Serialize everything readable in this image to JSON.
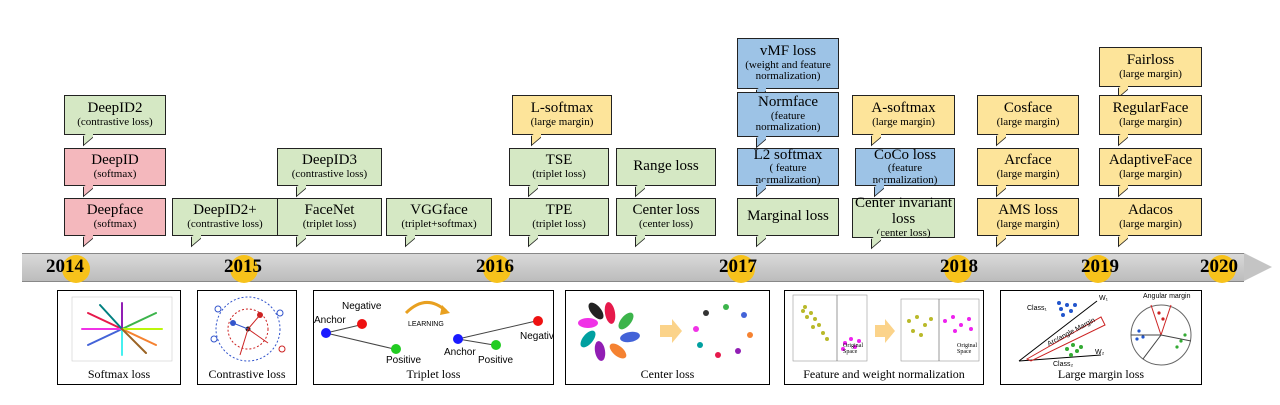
{
  "boxes": [
    {
      "id": "deepid2",
      "title": "DeepID2",
      "sub": "(contrastive loss)",
      "color": "green"
    },
    {
      "id": "deepid",
      "title": "DeepID",
      "sub": "(softmax)",
      "color": "pink"
    },
    {
      "id": "deepface",
      "title": "Deepface",
      "sub": "(softmax)",
      "color": "pink"
    },
    {
      "id": "deepid2plus",
      "title": "DeepID2+",
      "sub": "(contrastive loss)",
      "color": "green"
    },
    {
      "id": "deepid3",
      "title": "DeepID3",
      "sub": "(contrastive loss)",
      "color": "green"
    },
    {
      "id": "facenet",
      "title": "FaceNet",
      "sub": "(triplet loss)",
      "color": "green"
    },
    {
      "id": "vggface",
      "title": "VGGface",
      "sub": "(triplet+softmax)",
      "color": "green"
    },
    {
      "id": "lsoftmax",
      "title": "L-softmax",
      "sub": "(large margin)",
      "color": "yellow"
    },
    {
      "id": "tse",
      "title": "TSE",
      "sub": "(triplet loss)",
      "color": "green"
    },
    {
      "id": "tpe",
      "title": "TPE",
      "sub": "(triplet loss)",
      "color": "green"
    },
    {
      "id": "rangeloss",
      "title": "Range loss",
      "sub": "",
      "color": "green"
    },
    {
      "id": "centerloss",
      "title": "Center loss",
      "sub": "(center loss)",
      "color": "green"
    },
    {
      "id": "vmf",
      "title": "vMF loss",
      "sub": "(weight and feature normalization)",
      "color": "blue"
    },
    {
      "id": "normface",
      "title": "Normface",
      "sub": "(feature normalization)",
      "color": "blue"
    },
    {
      "id": "l2softmax",
      "title": "L2 softmax",
      "sub": "( feature normalization)",
      "color": "blue"
    },
    {
      "id": "marginal",
      "title": "Marginal loss",
      "sub": "",
      "color": "green"
    },
    {
      "id": "asoftmax",
      "title": "A-softmax",
      "sub": "(large margin)",
      "color": "yellow"
    },
    {
      "id": "coco",
      "title": "CoCo loss",
      "sub": "(feature normalization)",
      "color": "blue"
    },
    {
      "id": "centerinv",
      "title": "Center invariant loss",
      "sub": "(center loss)",
      "color": "green"
    },
    {
      "id": "cosface",
      "title": "Cosface",
      "sub": "(large margin)",
      "color": "yellow"
    },
    {
      "id": "arcface",
      "title": "Arcface",
      "sub": "(large margin)",
      "color": "yellow"
    },
    {
      "id": "ams",
      "title": "AMS loss",
      "sub": "(large margin)",
      "color": "yellow"
    },
    {
      "id": "fairloss",
      "title": "Fairloss",
      "sub": "(large margin)",
      "color": "yellow"
    },
    {
      "id": "regularface",
      "title": "RegularFace",
      "sub": "(large margin)",
      "color": "yellow"
    },
    {
      "id": "adaptiveface",
      "title": "AdaptiveFace",
      "sub": "(large margin)",
      "color": "yellow"
    },
    {
      "id": "adacos",
      "title": "Adacos",
      "sub": "(large margin)",
      "color": "yellow"
    }
  ],
  "years": [
    "2014",
    "2015",
    "2016",
    "2017",
    "2018",
    "2019",
    "2020"
  ],
  "panels": [
    {
      "id": "softmax",
      "label": "Softmax loss"
    },
    {
      "id": "contrastive",
      "label": "Contrastive loss"
    },
    {
      "id": "triplet",
      "label": "Triplet loss",
      "texts": {
        "negative": "Negative",
        "anchor": "Anchor",
        "positive": "Positive",
        "learning": "LEARNING"
      }
    },
    {
      "id": "center",
      "label": "Center loss"
    },
    {
      "id": "featnorm",
      "label": "Feature and weight normalization",
      "texts": {
        "original": "Original",
        "space": "Space"
      }
    },
    {
      "id": "largemargin",
      "label": "Large margin loss",
      "texts": {
        "class1": "Class₁",
        "class2": "Class₂",
        "w1": "W₁",
        "w2": "W₂",
        "arc": "Arc/angle Margin",
        "angular": "Angular margin"
      }
    }
  ],
  "colors": {
    "green": "#d5e8c4",
    "pink": "#f4b8bd",
    "yellow": "#fde49a",
    "blue": "#9dc3e6",
    "dot": "#f7c21b"
  }
}
